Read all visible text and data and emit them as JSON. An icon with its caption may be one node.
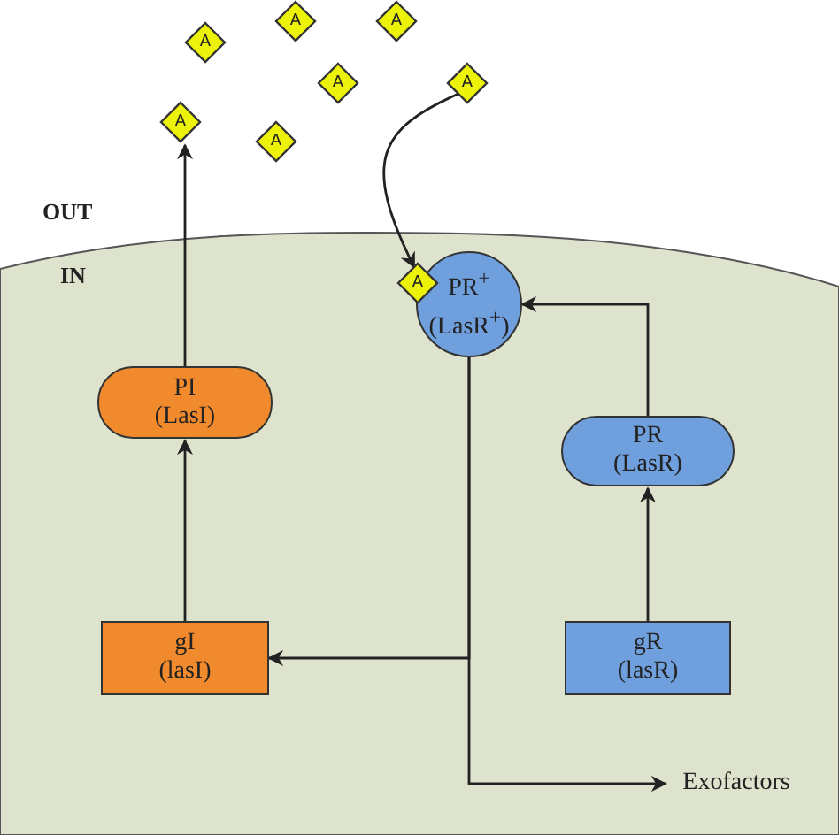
{
  "diagram": {
    "nodes": [
      {
        "text": [
          "A"
        ]
      },
      {
        "text": [
          "A"
        ]
      },
      {
        "text": [
          "A"
        ]
      },
      {
        "text": [
          "A"
        ]
      },
      {
        "text": [
          "A"
        ]
      },
      {
        "text": [
          "A"
        ]
      },
      {
        "text": [
          "A"
        ]
      },
      {
        "text": [
          "IN"
        ]
      },
      {
        "text": [
          "A"
        ],
        "in": 7
      },
      {
        "text": [
          "PR$^{+}$",
          "(LasR$^{+}$)"
        ],
        "in": 7
      },
      {
        "text": [
          "PI",
          "(LasI)"
        ],
        "in": 7
      },
      {
        "text": [
          "PR",
          "(LasR)"
        ],
        "in": 7
      },
      {
        "text": [
          "gI",
          "(lasI)"
        ],
        "in": 7
      },
      {
        "text": [
          "gR",
          "(lasR)"
        ],
        "in": 7
      },
      {
        "text": [
          "Exofactors"
        ],
        "in": 7
      }
    ],
    "edges": [
      {
        "from": 12,
        "to": 10,
        "arrow": "to"
      },
      {
        "from": 10,
        "to": 5,
        "arrow": "to"
      },
      {
        "from": 4,
        "to": 8,
        "arrow": "to"
      },
      {
        "from": 9,
        "to": 12,
        "arrow": "to"
      },
      {
        "from": 9,
        "to": 14,
        "arrow": "to"
      },
      {
        "from": 13,
        "to": 11,
        "arrow": "to"
      },
      {
        "from": 11,
        "to": 9,
        "arrow": "to"
      }
    ],
    "labels": [
      "OUT"
    ]
  }
}
